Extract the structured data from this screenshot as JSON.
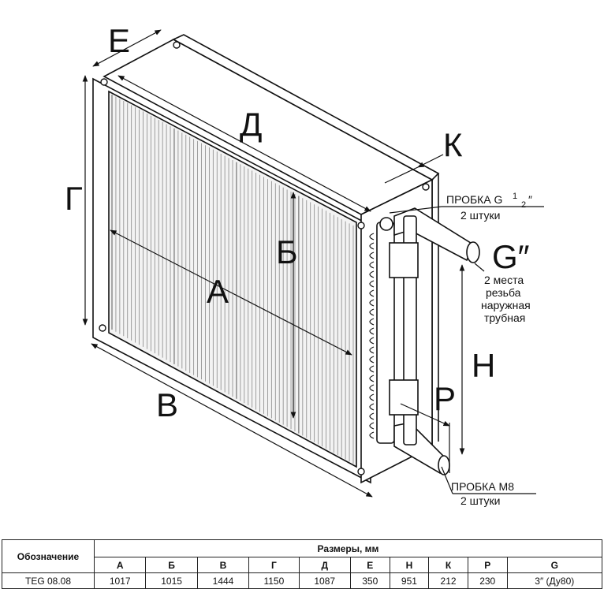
{
  "drawing": {
    "labels": {
      "E": "Е",
      "D": "Д",
      "K": "К",
      "G_left": "Г",
      "B_cyr": "Б",
      "A": "А",
      "V": "В",
      "H": "Н",
      "P": "Р",
      "G_thread": "G″"
    },
    "notes": {
      "plug_top_1": "ПРОБКА G",
      "plug_top_frac_num": "1",
      "plug_top_frac_den": "2",
      "plug_top_quote": "″",
      "plug_top_2": "2 штуки",
      "thread_1": "2 места",
      "thread_2": "резьба",
      "thread_3": "наружная",
      "thread_4": "трубная",
      "plug_bottom_1": "ПРОБКА М8",
      "plug_bottom_2": "2 штуки"
    }
  },
  "table": {
    "designation_header": "Обозначение",
    "dimensions_header": "Размеры, мм",
    "columns": [
      "А",
      "Б",
      "В",
      "Г",
      "Д",
      "Е",
      "Н",
      "К",
      "Р",
      "G"
    ],
    "rows": [
      {
        "designation": "TEG 08.08",
        "values": [
          "1017",
          "1015",
          "1444",
          "1150",
          "1087",
          "350",
          "951",
          "212",
          "230",
          "3″ (Ду80)"
        ]
      }
    ]
  }
}
